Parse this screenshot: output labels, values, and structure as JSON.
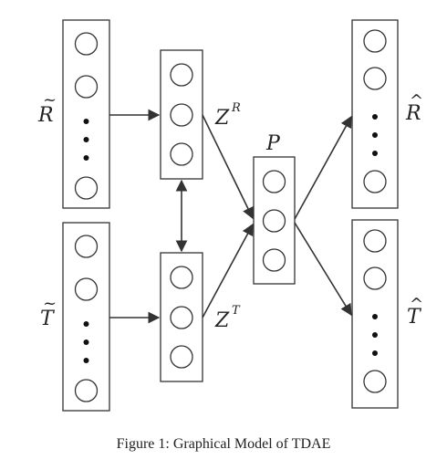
{
  "diagram": {
    "labels": {
      "r_tilde": {
        "base": "R",
        "accent": "~"
      },
      "t_tilde": {
        "base": "T",
        "accent": "~"
      },
      "z_r": {
        "base": "Z",
        "sup": "R"
      },
      "z_t": {
        "base": "Z",
        "sup": "T"
      },
      "p": {
        "base": "P"
      },
      "r_hat": {
        "base": "R",
        "accent": "^"
      },
      "t_hat": {
        "base": "T",
        "accent": "^"
      }
    }
  },
  "caption": "Figure 1: Graphical Model of TDAE"
}
